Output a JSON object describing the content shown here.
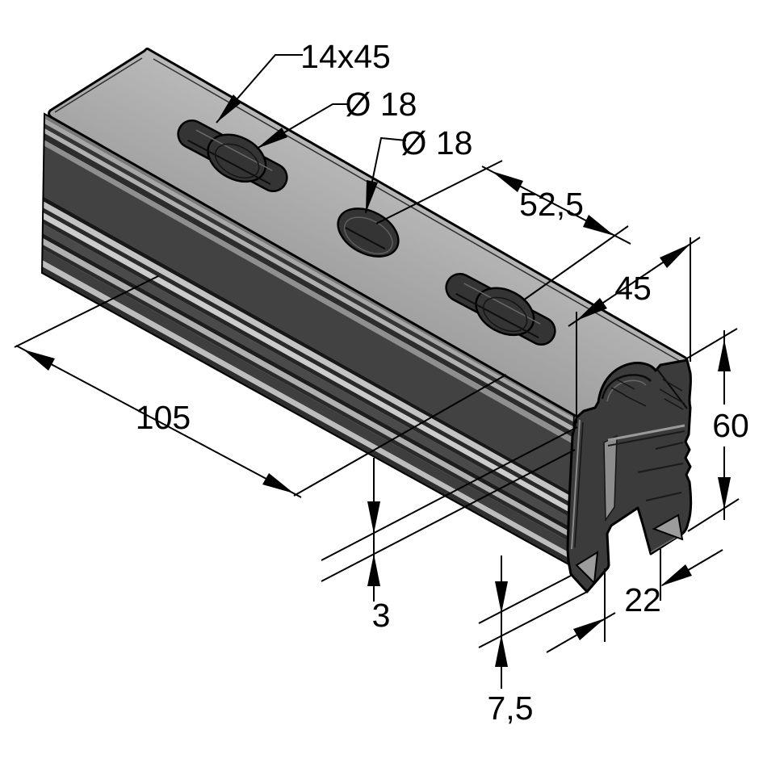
{
  "drawing": {
    "kind": "technical-drawing-strut-channel-profile",
    "background_color": "#ffffff",
    "outline_color": "#000000",
    "top_face_color": "#adadad",
    "side_face_color": "#424242",
    "groove_highlight_color": "#c3c3c3",
    "hole_interior_color": "#343434",
    "labels": {
      "slot_size": "14x45",
      "slot_bulge_diameter": "Ø 18",
      "hole_diameter": "Ø 18",
      "hole_offset": "52,5",
      "top_width": "45",
      "length_pitch": "105",
      "profile_height": "60",
      "wall_thickness": "3",
      "profile_depth": "22",
      "lip_height": "7,5"
    }
  }
}
